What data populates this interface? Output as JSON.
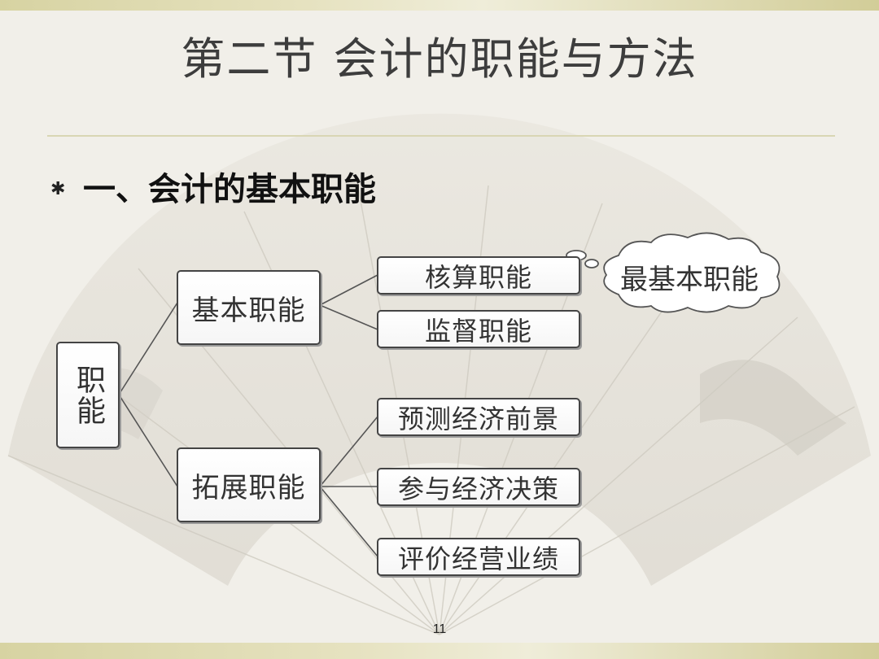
{
  "slide": {
    "title": "第二节   会计的职能与方法",
    "heading": "一、会计的基本职能",
    "bullet": "✱",
    "page_number": "11"
  },
  "diagram": {
    "root": "职能",
    "basic": {
      "label": "基本职能",
      "children": [
        "核算职能",
        "监督职能"
      ]
    },
    "extended": {
      "label": "拓展职能",
      "children": [
        "预测经济前景",
        "参与经济决策",
        "评价经营业绩"
      ]
    },
    "callout": "最基本职能"
  },
  "colors": {
    "background": "#f1efe9",
    "accent_bar": "#d7d3a2",
    "box_border": "#444444",
    "text": "#333333"
  }
}
